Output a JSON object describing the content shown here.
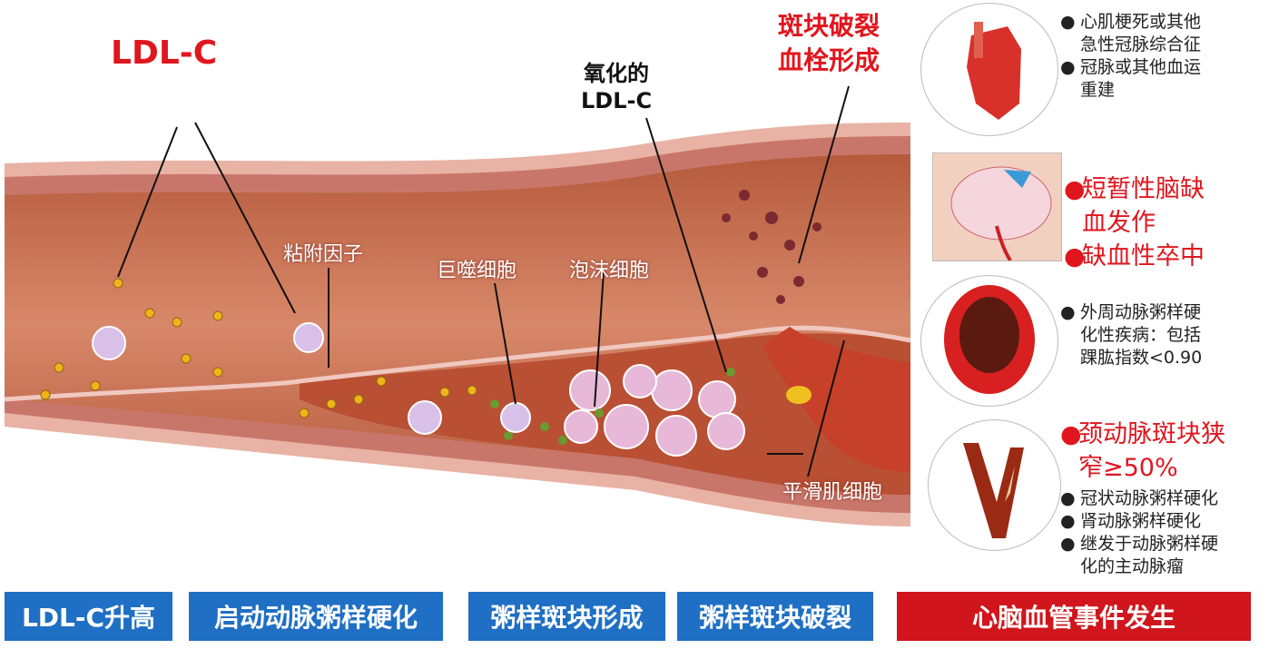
{
  "artery_labels": {
    "ldl_c": "LDL-C",
    "oxidized_ldl": [
      "氧化的",
      "LDL-C"
    ],
    "plaque_rupture": [
      "斑块破裂",
      "血栓形成"
    ],
    "adhesion_factor": "粘附因子",
    "macrophage": "巨噬细胞",
    "foam_cell": "泡沫细胞",
    "smooth_muscle": "平滑肌细胞"
  },
  "outcomes": {
    "heart": [
      "心肌梗死或其他",
      "急性冠脉综合征",
      "冠脉或其他血运",
      "重建"
    ],
    "brain": [
      "短暂性脑缺",
      "血发作",
      "缺血性卒中"
    ],
    "peripheral": [
      "外周动脉粥样硬",
      "化性疾病：包括",
      "踝肱指数<0.90"
    ],
    "carotid": [
      "颈动脉斑块狭",
      "窄≥50%"
    ],
    "other": [
      "冠状动脉粥样硬化",
      "肾动脉粥样硬化",
      "继发于动脉粥样硬",
      "化的主动脉瘤"
    ]
  },
  "stages": [
    "LDL-C升高",
    "启动动脉粥样硬化",
    "粥样斑块形成",
    "粥样斑块破裂",
    "心脑血管事件发生"
  ],
  "colors": {
    "stage_blue": "#1f6fc5",
    "event_red": "#d0151c",
    "label_red": "#e0161e"
  }
}
